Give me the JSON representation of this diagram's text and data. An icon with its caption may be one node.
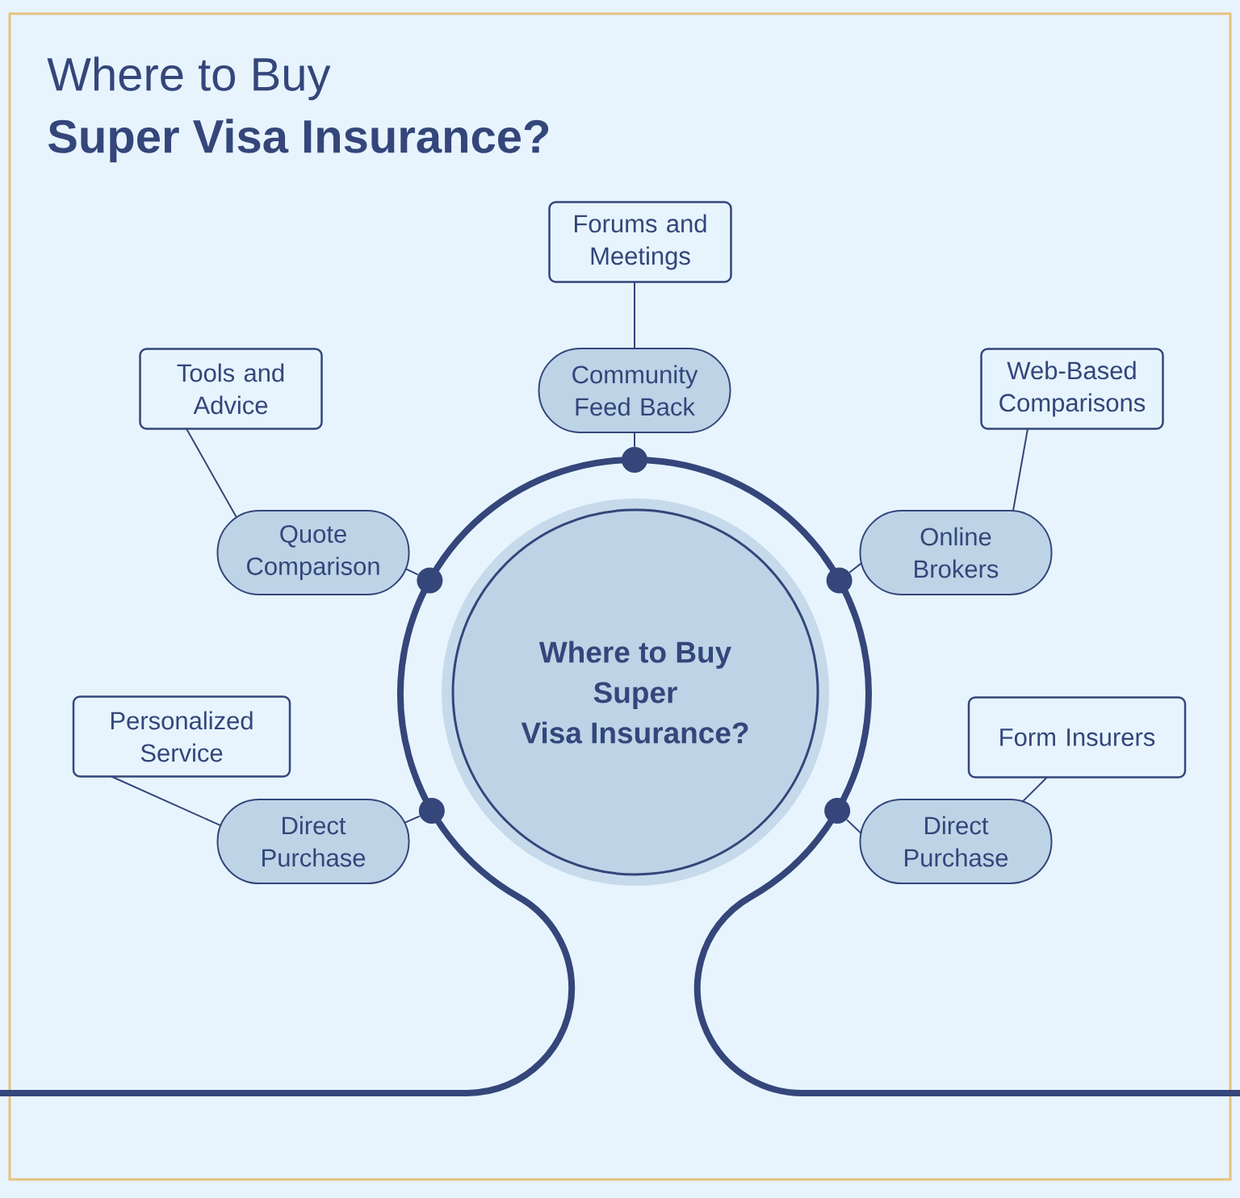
{
  "diagram": {
    "title": "Where to Buy **Super Visa Insurance?**",
    "nodes": [
      {
        "text": [
          "Forums and Meetings"
        ]
      },
      {
        "text": [
          "Tools and Advice"
        ]
      },
      {
        "text": [
          "Community Feed Back"
        ]
      },
      {
        "text": [
          "Web-Based Comparisons"
        ]
      },
      {
        "text": [
          "Quote Comparison"
        ]
      },
      {
        "text": [
          "Online Brokers"
        ]
      },
      {
        "text": [
          "Where to Buy Super Visa Insurance?"
        ]
      },
      {
        "text": [
          "Personalized Service"
        ]
      },
      {
        "text": [
          "Form Insurers"
        ]
      },
      {
        "text": [
          "Direct Purchase"
        ]
      },
      {
        "text": [
          "Direct Purchase"
        ]
      },
      {
        "text": [],
        "shape": "circle"
      },
      {
        "text": [],
        "shape": "circle"
      },
      {
        "text": [],
        "shape": "circle"
      },
      {
        "text": [],
        "shape": "circle"
      },
      {
        "text": [],
        "shape": "circle"
      }
    ],
    "edges": [
      {
        "from": 2,
        "to": 0,
        "arrow": "none"
      },
      {
        "from": 4,
        "to": 1,
        "arrow": "none"
      },
      {
        "from": 5,
        "to": 3,
        "arrow": "none"
      },
      {
        "from": 9,
        "to": 7,
        "arrow": "none"
      },
      {
        "from": 10,
        "to": 8,
        "arrow": "none"
      },
      {
        "from": 2,
        "to": 11,
        "arrow": "none"
      },
      {
        "from": 4,
        "to": 12,
        "arrow": "none"
      },
      {
        "from": 5,
        "to": 13,
        "arrow": "none"
      },
      {
        "from": 9,
        "to": 14,
        "arrow": "none"
      },
      {
        "from": 10,
        "to": 15,
        "arrow": "none"
      }
    ]
  }
}
